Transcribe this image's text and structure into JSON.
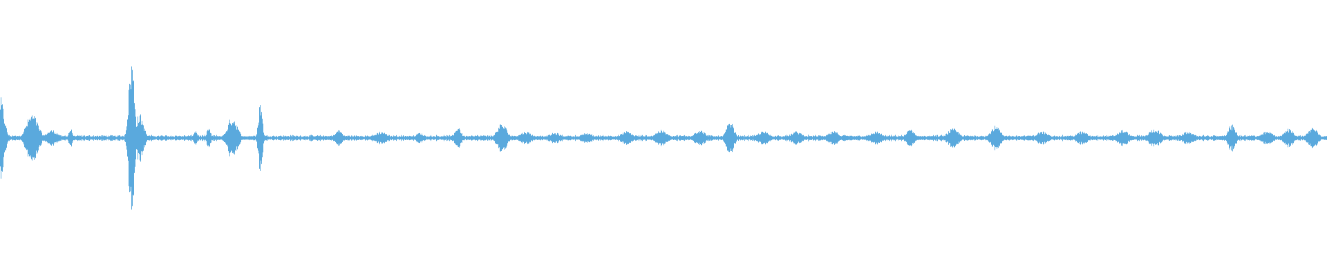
{
  "waveform": {
    "color": "#5AA9DD",
    "peaks": [
      {
        "at": 0.0,
        "amp": 0.3,
        "spread": 0.004
      },
      {
        "at": 0.024,
        "amp": 0.18,
        "spread": 0.006
      },
      {
        "at": 0.039,
        "amp": 0.06,
        "spread": 0.006
      },
      {
        "at": 0.053,
        "amp": 0.07,
        "spread": 0.002
      },
      {
        "at": 0.099,
        "amp": 0.6,
        "spread": 0.003
      },
      {
        "at": 0.105,
        "amp": 0.18,
        "spread": 0.004
      },
      {
        "at": 0.147,
        "amp": 0.06,
        "spread": 0.002
      },
      {
        "at": 0.157,
        "amp": 0.08,
        "spread": 0.002
      },
      {
        "at": 0.175,
        "amp": 0.16,
        "spread": 0.005
      },
      {
        "at": 0.196,
        "amp": 0.28,
        "spread": 0.002
      },
      {
        "at": 0.255,
        "amp": 0.06,
        "spread": 0.004
      },
      {
        "at": 0.287,
        "amp": 0.05,
        "spread": 0.006
      },
      {
        "at": 0.316,
        "amp": 0.04,
        "spread": 0.004
      },
      {
        "at": 0.345,
        "amp": 0.09,
        "spread": 0.003
      },
      {
        "at": 0.378,
        "amp": 0.11,
        "spread": 0.005
      },
      {
        "at": 0.396,
        "amp": 0.05,
        "spread": 0.006
      },
      {
        "at": 0.418,
        "amp": 0.04,
        "spread": 0.006
      },
      {
        "at": 0.442,
        "amp": 0.04,
        "spread": 0.006
      },
      {
        "at": 0.472,
        "amp": 0.05,
        "spread": 0.006
      },
      {
        "at": 0.498,
        "amp": 0.06,
        "spread": 0.006
      },
      {
        "at": 0.527,
        "amp": 0.06,
        "spread": 0.006
      },
      {
        "at": 0.55,
        "amp": 0.12,
        "spread": 0.004
      },
      {
        "at": 0.575,
        "amp": 0.05,
        "spread": 0.006
      },
      {
        "at": 0.6,
        "amp": 0.05,
        "spread": 0.006
      },
      {
        "at": 0.628,
        "amp": 0.05,
        "spread": 0.006
      },
      {
        "at": 0.66,
        "amp": 0.05,
        "spread": 0.006
      },
      {
        "at": 0.686,
        "amp": 0.07,
        "spread": 0.004
      },
      {
        "at": 0.718,
        "amp": 0.07,
        "spread": 0.006
      },
      {
        "at": 0.75,
        "amp": 0.09,
        "spread": 0.005
      },
      {
        "at": 0.785,
        "amp": 0.05,
        "spread": 0.006
      },
      {
        "at": 0.815,
        "amp": 0.05,
        "spread": 0.006
      },
      {
        "at": 0.846,
        "amp": 0.06,
        "spread": 0.006
      },
      {
        "at": 0.87,
        "amp": 0.07,
        "spread": 0.006
      },
      {
        "at": 0.895,
        "amp": 0.05,
        "spread": 0.006
      },
      {
        "at": 0.928,
        "amp": 0.1,
        "spread": 0.004
      },
      {
        "at": 0.955,
        "amp": 0.05,
        "spread": 0.006
      },
      {
        "at": 0.971,
        "amp": 0.07,
        "spread": 0.005
      },
      {
        "at": 0.989,
        "amp": 0.08,
        "spread": 0.005
      }
    ]
  }
}
